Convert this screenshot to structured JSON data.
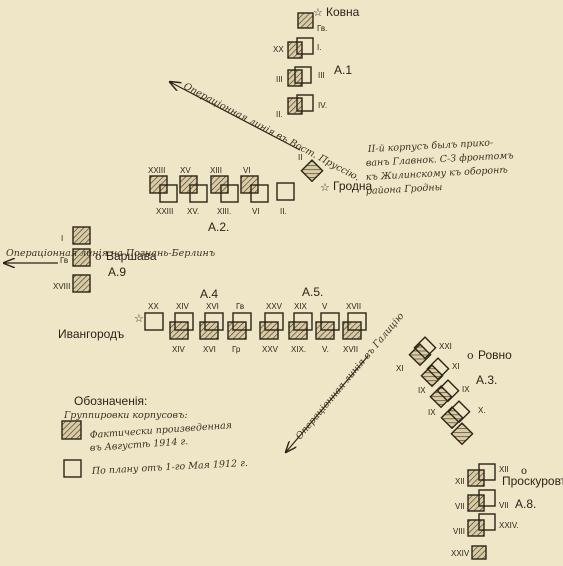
{
  "cities": {
    "kovna": "Ковна",
    "grodna": "Гродна",
    "varshava": "Варшава",
    "ivangorod": "Ивангородъ",
    "rovno": "Ровно",
    "proskurov": "Проскуровъ"
  },
  "armies": {
    "a1": "А.1",
    "a2": "А.2.",
    "a3": "А.3.",
    "a4": "А.4",
    "a5": "А.5.",
    "a8": "А.8.",
    "a9": "А.9"
  },
  "corps": {
    "a1": {
      "gv": "Гв.",
      "i": "I.",
      "xx": "XX",
      "iii_left": "III",
      "iii_right": "III",
      "ii": "II.",
      "iv": "IV."
    },
    "a2": {
      "top": [
        "XXIII",
        "XV",
        "XIII",
        "VI"
      ],
      "bottom": [
        "XXIII",
        "XV.",
        "XIII.",
        "VI",
        "II."
      ],
      "detached": "II"
    },
    "a9": {
      "i": "I",
      "gv": "Гв",
      "xviii": "XVIII"
    },
    "a4": {
      "top": [
        "XX",
        "XIV",
        "XVI",
        "Гв"
      ],
      "bottom": [
        "XIV",
        "XVI",
        "Гр"
      ]
    },
    "a5": {
      "top": [
        "XXV",
        "XIX",
        "V",
        "XVII"
      ],
      "bottom": [
        "XXV",
        "XIX.",
        "V.",
        "XVII"
      ]
    },
    "a3": [
      "XXI",
      "XI",
      "XI",
      "IX",
      "IX",
      "X."
    ],
    "a8": [
      "XII",
      "XII",
      "VII",
      "VII",
      "VIII",
      "XXIV.",
      "XXIV"
    ]
  },
  "arrows": {
    "north": "Операціонная линія въ Вост. Пруссію.",
    "west": "Операціонная линія на Познань-Берлинъ",
    "south": "Операціонная линія въ Галицію"
  },
  "note": [
    "II-й корпусъ былъ прико-",
    "ванъ Главнок. С-З фронтомъ",
    "къ Жилинскому къ оборонѣ",
    "района Гродны"
  ],
  "legend": {
    "title": "Обозначенія:",
    "subtitle": "Группировки корпусовъ:",
    "actual": [
      "Фактически произведенная",
      "въ Августѣ 1914 г."
    ],
    "plan": "По плану отъ 1-го Мая 1912 г."
  }
}
